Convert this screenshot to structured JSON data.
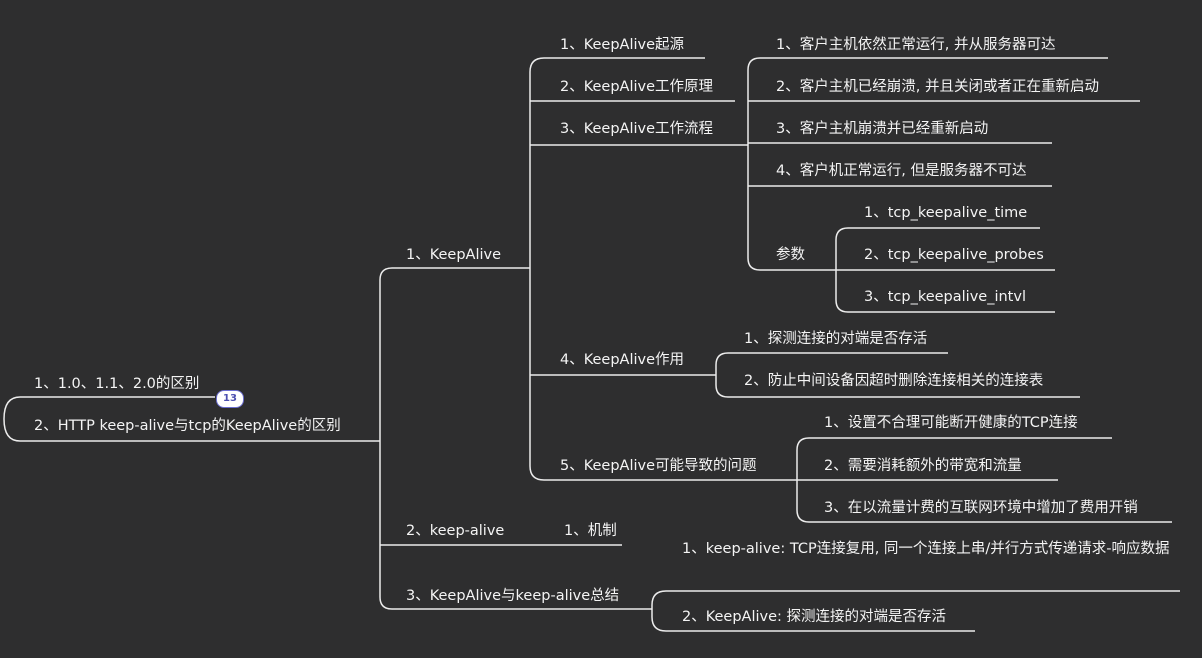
{
  "root": {
    "label_1": "1、1.0、1.1、2.0的区别",
    "label_2": "2、HTTP keep-alive与tcp的KeepAlive的区别",
    "badge": "13"
  },
  "branches": {
    "keepalive": {
      "label": "1、KeepAlive",
      "origin": "1、KeepAlive起源",
      "principle": "2、KeepAlive工作原理",
      "flow": {
        "label": "3、KeepAlive工作流程",
        "items": [
          "1、客户主机依然正常运行, 并从服务器可达",
          "2、客户主机已经崩溃, 并且关闭或者正在重新启动",
          "3、客户主机崩溃并已经重新启动",
          "4、客户机正常运行, 但是服务器不可达"
        ],
        "params": {
          "label": "参数",
          "items": [
            "1、tcp_keepalive_time",
            "2、tcp_keepalive_probes",
            "3、tcp_keepalive_intvl"
          ]
        }
      },
      "role": {
        "label": "4、KeepAlive作用",
        "items": [
          "1、探测连接的对端是否存活",
          "2、防止中间设备因超时删除连接相关的连接表"
        ]
      },
      "problems": {
        "label": "5、KeepAlive可能导致的问题",
        "items": [
          "1、设置不合理可能断开健康的TCP连接",
          "2、需要消耗额外的带宽和流量",
          "3、在以流量计费的互联网环境中增加了费用开销"
        ]
      }
    },
    "keep_alive": {
      "label": "2、keep-alive",
      "mechanism": "1、机制"
    },
    "summary": {
      "label": "3、KeepAlive与keep-alive总结",
      "items": [
        "1、keep-alive: TCP连接复用, 同一个连接上串/并行方式传递请求-响应数据",
        "2、KeepAlive: 探测连接的对端是否存活"
      ]
    }
  }
}
